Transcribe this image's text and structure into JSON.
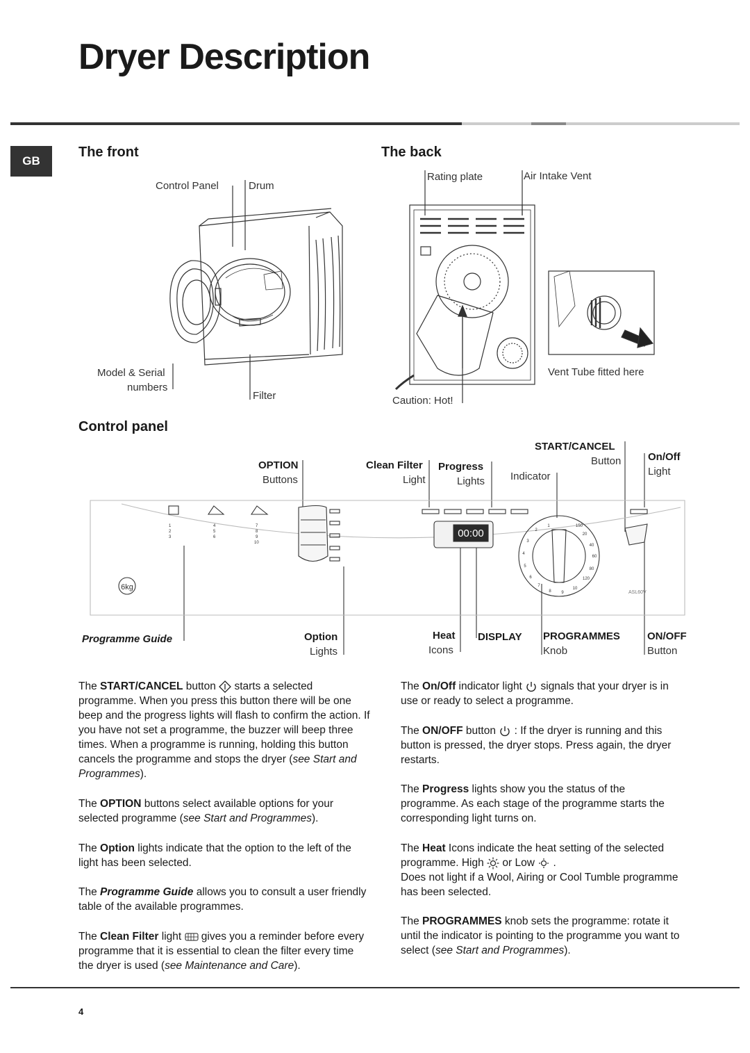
{
  "page": {
    "title": "Dryer Description",
    "language_tab": "GB",
    "page_number": "4"
  },
  "front": {
    "heading": "The front",
    "labels": {
      "control_panel": "Control Panel",
      "drum": "Drum",
      "model_serial_1": "Model & Serial",
      "model_serial_2": "numbers",
      "filter": "Filter"
    }
  },
  "back": {
    "heading": "The back",
    "labels": {
      "rating_plate": "Rating plate",
      "air_intake": "Air Intake Vent",
      "vent_tube": "Vent Tube fitted here",
      "caution": "Caution: Hot!"
    }
  },
  "control_panel": {
    "heading": "Control panel",
    "top_labels": {
      "option_bold": "OPTION",
      "option_sub": "Buttons",
      "clean_filter_bold": "Clean Filter",
      "clean_filter_sub": "Light",
      "progress_bold": "Progress",
      "progress_sub": "Lights",
      "indicator": "Indicator",
      "start_cancel_bold": "START/CANCEL",
      "start_cancel_sub": "Button",
      "onoff_bold": "On/Off",
      "onoff_sub": "Light"
    },
    "bottom_labels": {
      "programme_guide": "Programme Guide",
      "option_bold": "Option",
      "option_sub": "Lights",
      "heat_bold": "Heat",
      "heat_sub": "Icons",
      "display_bold": "DISPLAY",
      "programmes_bold": "PROGRAMMES",
      "programmes_sub": "Knob",
      "onoff_bold": "ON/OFF",
      "onoff_sub": "Button"
    },
    "display_text": "00:00",
    "model_code": "ASL60V",
    "capacity_badge": "6kg",
    "guide_numbers": [
      "1",
      "2",
      "3",
      "4",
      "5",
      "6",
      "7",
      "8",
      "9",
      "10"
    ],
    "dial_numbers": [
      "1",
      "2",
      "3",
      "4",
      "5",
      "6",
      "7",
      "8",
      "9",
      "10",
      "20",
      "40",
      "60",
      "80",
      "120",
      "150"
    ]
  },
  "text_left": [
    {
      "pre": "The ",
      "b": "START/CANCEL",
      "post": " button",
      "icon": "start-cancel-icon",
      "rest": " starts a selected programme. When you press this button there will be one beep and the progress lights will flash to confirm the action. If you have not set a programme, the buzzer will beep three times. When a programme is running, holding this button cancels the programme and stops the dryer (",
      "italic": "see Start and Programmes",
      "end": ")."
    },
    {
      "pre": "The ",
      "b": "OPTION",
      "rest": " buttons select available options for your selected programme (",
      "italic": "see Start and Programmes",
      "end": ")."
    },
    {
      "pre": "The ",
      "b": "Option",
      "rest": " lights indicate that the option to the left of the light has been selected."
    },
    {
      "pre": "The ",
      "bi": "Programme Guide",
      "rest": " allows you to consult a user friendly table of the available programmes."
    },
    {
      "pre": "The ",
      "b": "Clean Filter",
      "post": " light",
      "icon": "clean-filter-icon",
      "rest": " gives you a reminder before every programme that it is essential to clean the filter every time the dryer is used (",
      "italic": "see Maintenance and Care",
      "end": ")."
    }
  ],
  "text_right": [
    {
      "pre": "The ",
      "b": "On/Off",
      "post": " indicator light",
      "icon": "power-icon",
      "rest": " signals that your dryer is in use or ready to select a programme."
    },
    {
      "pre": "The ",
      "b": "ON/OFF",
      "post": " button",
      "icon": "power-icon",
      "rest": " : If the dryer is running and this button is pressed, the dryer stops. Press again, the dryer restarts."
    },
    {
      "pre": "The ",
      "b": "Progress",
      "rest": " lights show you the status of the programme. As each stage of the programme starts the corresponding light turns on."
    },
    {
      "pre": "The ",
      "b": "Heat",
      "rest": " Icons indicate the heat setting of the selected programme. High",
      "icon2": "high-heat-icon",
      "mid": " or Low",
      "icon3": "low-heat-icon",
      "tail": " .",
      "extra": "Does not light if a Wool, Airing or Cool Tumble programme has been selected."
    },
    {
      "pre": "The ",
      "b": "PROGRAMMES",
      "rest": " knob sets the programme: rotate it until the indicator is pointing to the programme you want to select (",
      "italic": "see Start and Programmes",
      "end": ")."
    }
  ],
  "colors": {
    "rule_dark": "#333333",
    "rule_light": "#cccccc",
    "tab_bg": "#333333"
  }
}
